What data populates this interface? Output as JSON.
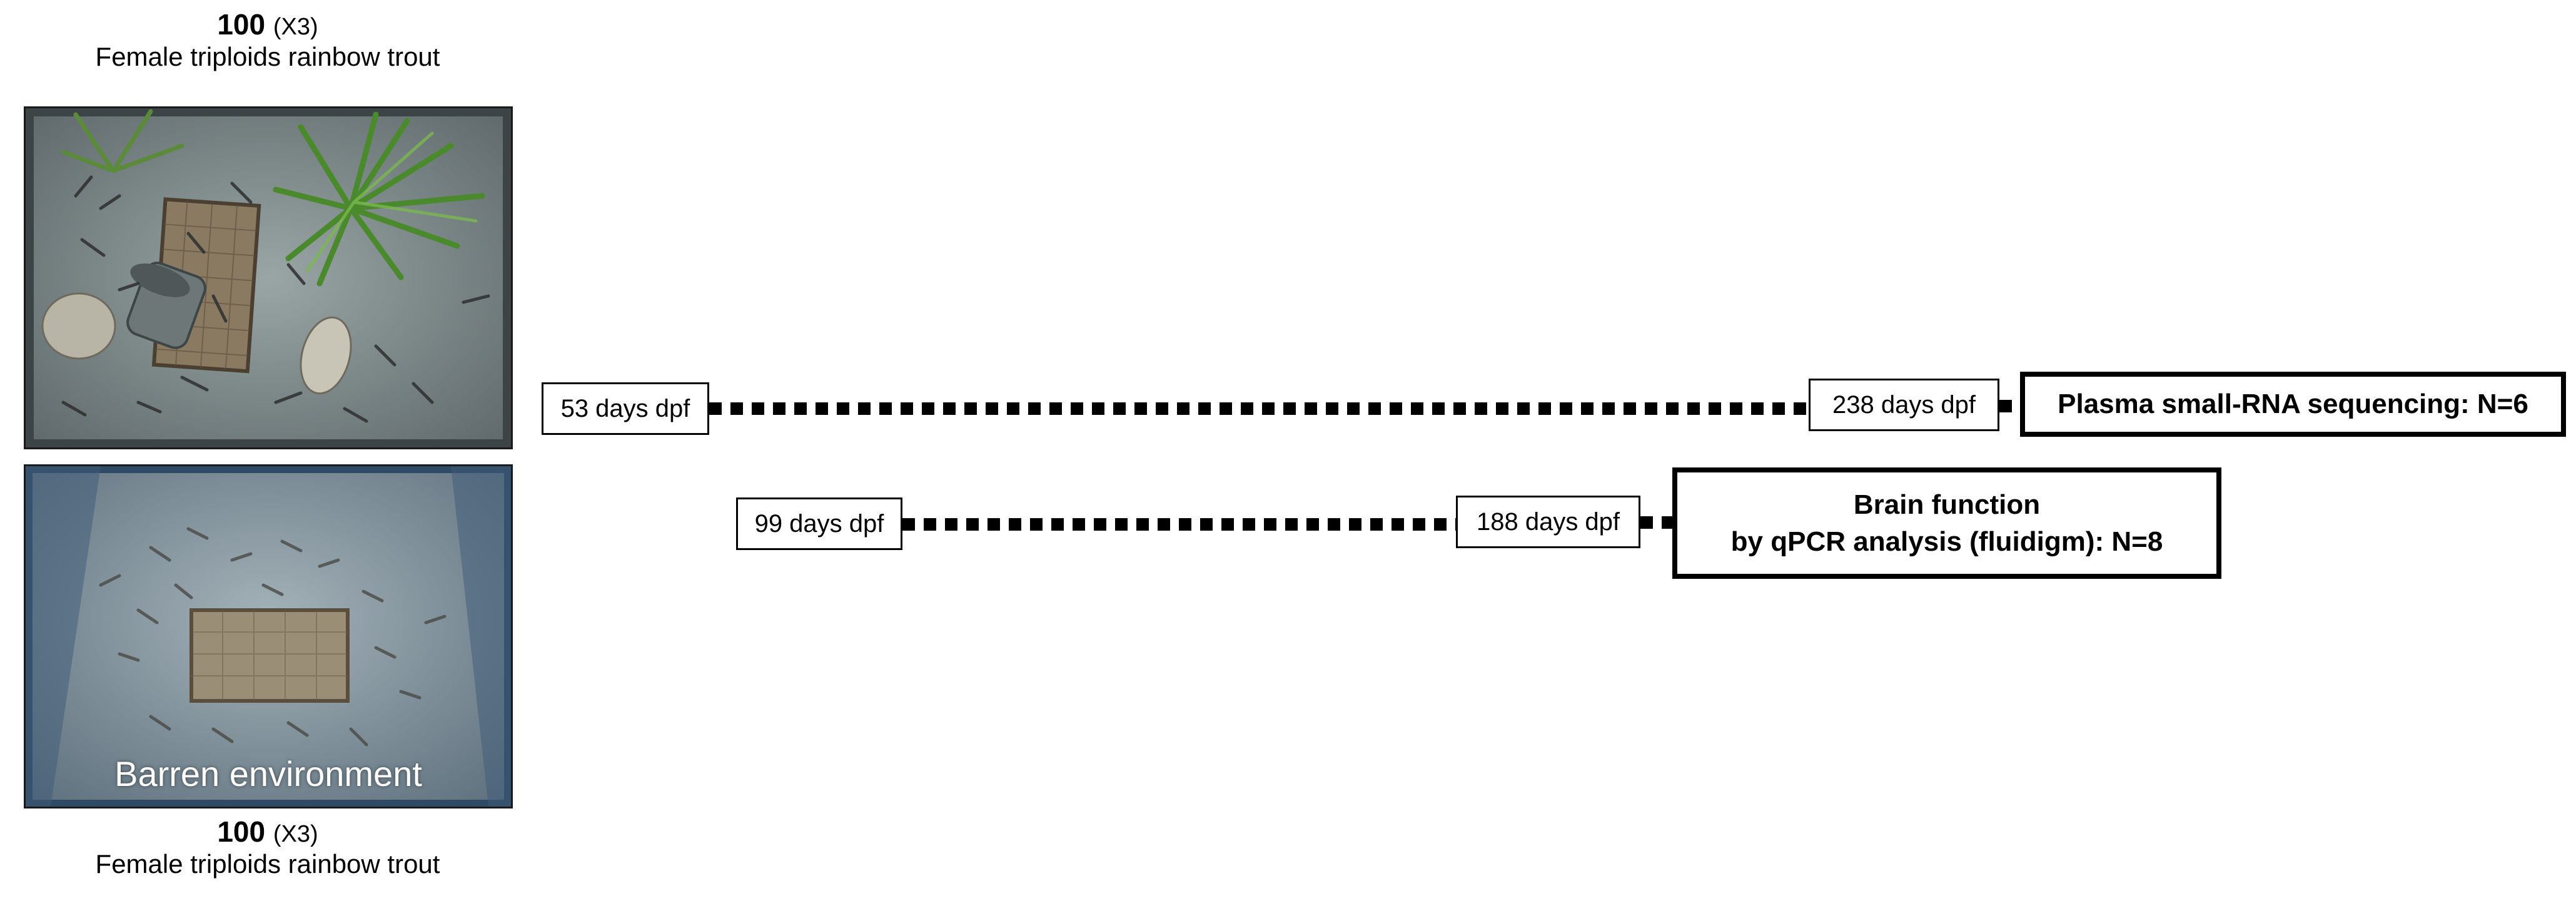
{
  "groups": {
    "enriched": {
      "count": "100",
      "multiplier": "(X3)",
      "label": "Female triploids rainbow trout",
      "image_alt": "Overhead view of fish tank with plants, rocks, a pipe and a mesh shelter"
    },
    "barren": {
      "count": "100",
      "multiplier": "(X3)",
      "label": "Female triploids rainbow trout",
      "overlay_label": "Barren environment",
      "image_alt": "Overhead view of bare fish tank with only a mesh shelter"
    }
  },
  "timelines": [
    {
      "start": "53 days dpf",
      "end": "238 days dpf",
      "outcome_lines": [
        "Plasma small-RNA sequencing: N=6"
      ]
    },
    {
      "start": "99 days dpf",
      "end": "188 days dpf",
      "outcome_lines": [
        "Brain function",
        "by qPCR analysis (fluidigm): N=8"
      ]
    }
  ],
  "colors": {
    "line": "#000000",
    "box_border": "#000000",
    "tank_water_enriched": "#7d8a8c",
    "tank_water_barren": "#8e9ea8",
    "plant": "#4a8a2c"
  }
}
